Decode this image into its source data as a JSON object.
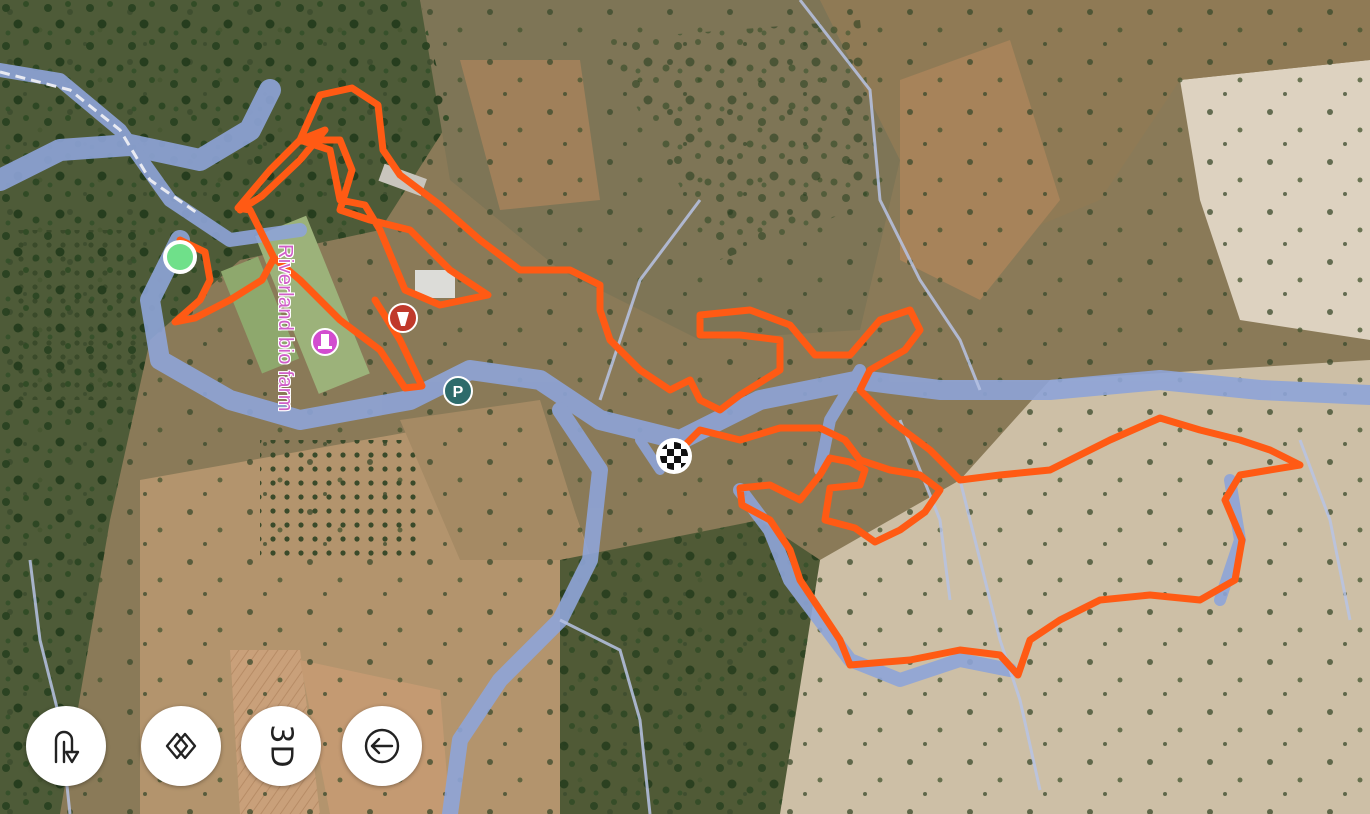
{
  "map": {
    "place_label": "Riverland bio farm",
    "parking_label": "P",
    "route_color": "#ff5a14",
    "road_color": "#8ea4d8",
    "start_marker_color": "#6fe08a",
    "poi_icons": [
      "restaurant-icon",
      "viewpoint-icon",
      "parking-icon"
    ]
  },
  "controls": [
    {
      "name": "uturn-button",
      "icon": "uturn-icon"
    },
    {
      "name": "diamond-nav-button",
      "icon": "diamonds-icon"
    },
    {
      "name": "3d-button",
      "label": "3D"
    },
    {
      "name": "back-button",
      "icon": "arrow-left-circle-icon"
    }
  ]
}
